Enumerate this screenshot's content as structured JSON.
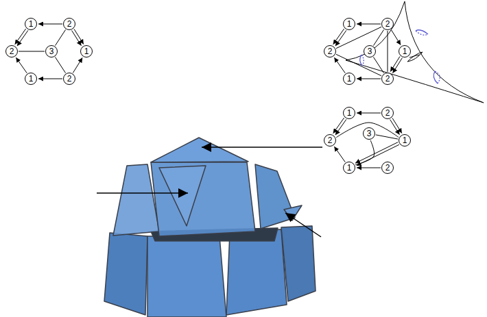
{
  "diagram": {
    "nodes": [
      {
        "text": [
          "1"
        ]
      },
      {
        "text": [
          "2"
        ]
      },
      {
        "text": [
          "2"
        ]
      },
      {
        "text": [
          "3"
        ]
      },
      {
        "text": [
          "1"
        ]
      },
      {
        "text": [
          "1"
        ]
      },
      {
        "text": [
          "2"
        ]
      },
      {
        "text": [
          "1"
        ]
      },
      {
        "text": [
          "2"
        ]
      },
      {
        "text": [
          "2"
        ]
      },
      {
        "text": [
          "3"
        ]
      },
      {
        "text": [
          "1"
        ]
      },
      {
        "text": [
          "1"
        ]
      },
      {
        "text": [
          "2"
        ]
      },
      {
        "text": [
          "1"
        ]
      },
      {
        "text": [
          "2"
        ]
      },
      {
        "text": [
          "2"
        ]
      },
      {
        "text": [
          "3"
        ]
      },
      {
        "text": [
          "1"
        ]
      },
      {
        "text": [
          "1"
        ]
      },
      {
        "text": [
          "2"
        ]
      }
    ],
    "edges": [
      {
        "from": 1,
        "to": 0,
        "arrow": "to"
      },
      {
        "from": 0,
        "to": 2,
        "arrow": "to"
      },
      {
        "from": 0,
        "to": 2,
        "arrow": "to"
      },
      {
        "from": 5,
        "to": 2,
        "arrow": "to"
      },
      {
        "from": 6,
        "to": 5,
        "arrow": "to"
      },
      {
        "from": 1,
        "to": 4,
        "arrow": "to"
      },
      {
        "from": 1,
        "to": 4,
        "arrow": "to"
      },
      {
        "from": 6,
        "to": 4,
        "arrow": "to"
      },
      {
        "from": 2,
        "to": 3,
        "arrow": "none"
      },
      {
        "from": 3,
        "to": 1,
        "arrow": "none"
      },
      {
        "from": 3,
        "to": 6,
        "arrow": "none"
      },
      {
        "from": 8,
        "to": 7,
        "arrow": "to"
      },
      {
        "from": 7,
        "to": 9,
        "arrow": "to"
      },
      {
        "from": 7,
        "to": 9,
        "arrow": "to"
      },
      {
        "from": 12,
        "to": 9,
        "arrow": "to"
      },
      {
        "from": 13,
        "to": 12,
        "arrow": "to"
      },
      {
        "from": 8,
        "to": 11,
        "arrow": "to"
      },
      {
        "from": 11,
        "to": 13,
        "arrow": "to"
      },
      {
        "from": 11,
        "to": 13,
        "arrow": "to"
      },
      {
        "from": 9,
        "to": 8,
        "arrow": "none"
      },
      {
        "from": 9,
        "to": 13,
        "arrow": "none"
      },
      {
        "from": 10,
        "to": 8,
        "arrow": "none"
      },
      {
        "from": 10,
        "to": 13,
        "arrow": "none"
      },
      {
        "from": 8,
        "to": 13,
        "arrow": "none"
      },
      {
        "from": 15,
        "to": 14,
        "arrow": "to"
      },
      {
        "from": 14,
        "to": 16,
        "arrow": "to"
      },
      {
        "from": 14,
        "to": 16,
        "arrow": "to"
      },
      {
        "from": 19,
        "to": 16,
        "arrow": "to"
      },
      {
        "from": 20,
        "to": 19,
        "arrow": "to"
      },
      {
        "from": 15,
        "to": 18,
        "arrow": "to"
      },
      {
        "from": 15,
        "to": 18,
        "arrow": "to"
      },
      {
        "from": 18,
        "to": 19,
        "arrow": "to"
      },
      {
        "from": 18,
        "to": 19,
        "arrow": "to"
      },
      {
        "from": 16,
        "to": 18,
        "arrow": "none"
      },
      {
        "from": 17,
        "to": 18,
        "arrow": "none"
      },
      {
        "from": 17,
        "to": 19,
        "arrow": "none"
      }
    ]
  }
}
